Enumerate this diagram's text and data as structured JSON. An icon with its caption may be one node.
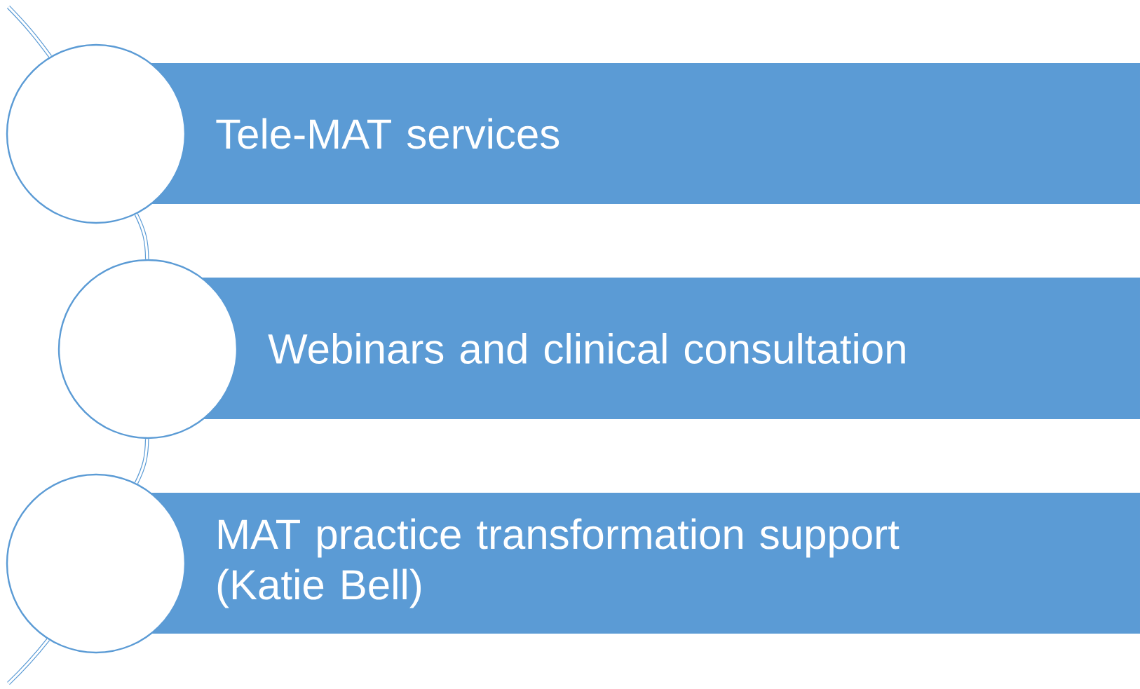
{
  "diagram": {
    "nodes": [
      {
        "text": [
          "Tele-MAT services"
        ]
      },
      {
        "text": [
          "Webinars and clinical consultation"
        ]
      },
      {
        "text": [
          "MAT practice transformation support (Katie Bell)"
        ]
      },
      {
        "text": [],
        "shape": "circle"
      },
      {
        "text": [],
        "shape": "circle"
      },
      {
        "text": [],
        "shape": "circle"
      }
    ],
    "edges": [
      {
        "from": null,
        "to": 3,
        "arrow": "none"
      },
      {
        "from": 3,
        "to": 4,
        "arrow": "none"
      },
      {
        "from": 4,
        "to": 5,
        "arrow": "none"
      },
      {
        "from": 5,
        "to": null,
        "arrow": "none"
      }
    ]
  }
}
